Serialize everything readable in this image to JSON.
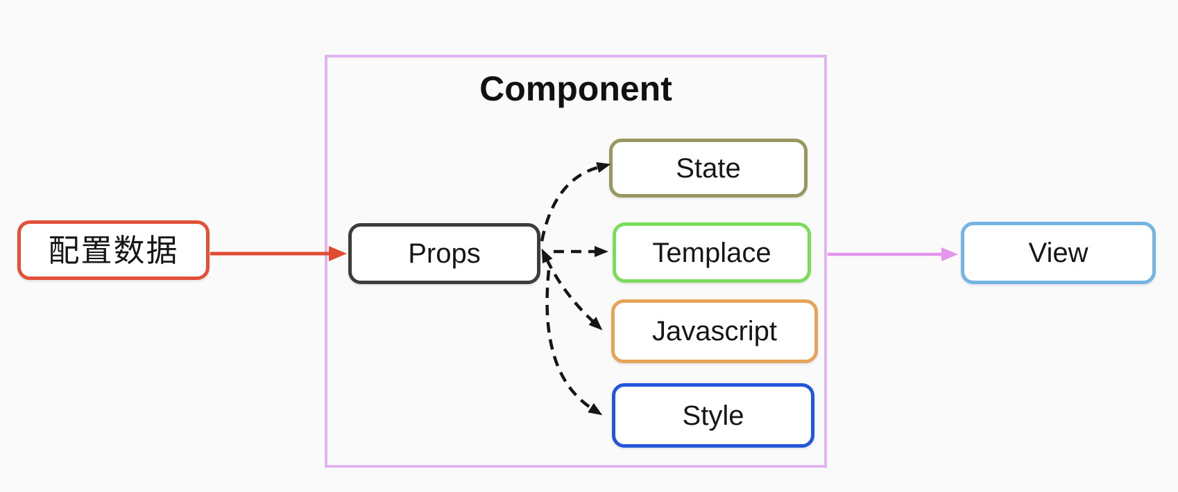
{
  "diagram": {
    "background_color": "#fbfafb",
    "container": {
      "label": "Component",
      "border_color": "#dfb4ef"
    },
    "nodes": {
      "config": {
        "label": "配置数据",
        "border_color": "#e25138"
      },
      "props": {
        "label": "Props",
        "border_color": "#3d3d3d"
      },
      "state": {
        "label": "State",
        "border_color": "#96985e"
      },
      "templace": {
        "label": "Templace",
        "border_color": "#7bdb5a"
      },
      "javascript": {
        "label": "Javascript",
        "border_color": "#e5a458"
      },
      "style": {
        "label": "Style",
        "border_color": "#2456da"
      },
      "view": {
        "label": "View",
        "border_color": "#73b4e3"
      }
    },
    "arrows": {
      "config_to_props": {
        "from": "config",
        "to": "props",
        "style": "solid",
        "color": "#e04b31"
      },
      "component_to_view": {
        "from": "component",
        "to": "view",
        "style": "solid",
        "color": "#e396eb"
      },
      "props_to_state": {
        "from": "props",
        "to": "state",
        "style": "dashed",
        "color": "#161616"
      },
      "props_to_templace": {
        "from": "props",
        "to": "templace",
        "style": "dashed",
        "color": "#161616"
      },
      "props_to_javascript": {
        "from": "props",
        "to": "javascript",
        "style": "dashed",
        "color": "#161616",
        "bidirectional": true
      },
      "props_to_style": {
        "from": "props",
        "to": "style",
        "style": "dashed",
        "color": "#161616"
      }
    }
  }
}
